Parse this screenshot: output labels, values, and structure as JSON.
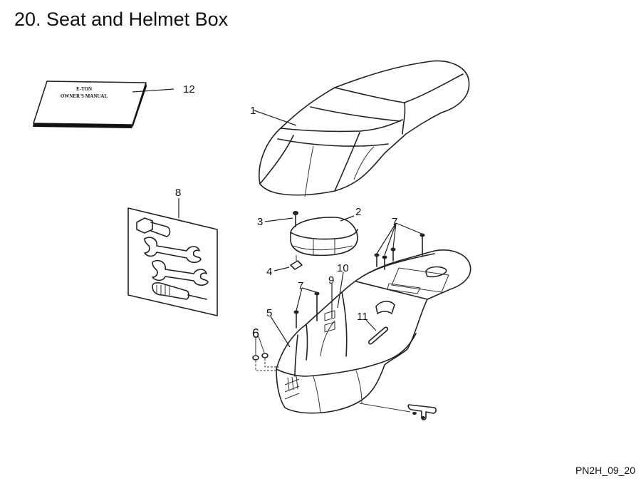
{
  "page": {
    "title": "20. Seat and Helmet Box",
    "code": "PN2H_09_20"
  },
  "manual": {
    "line1": "E-TON",
    "line2": "OWNER'S MANUAL"
  },
  "callouts": {
    "c1": "1",
    "c2": "2",
    "c3": "3",
    "c4": "4",
    "c5": "5",
    "c6": "6",
    "c7a": "7",
    "c7b": "7",
    "c8": "8",
    "c9": "9",
    "c10": "10",
    "c11": "11",
    "c12": "12"
  }
}
